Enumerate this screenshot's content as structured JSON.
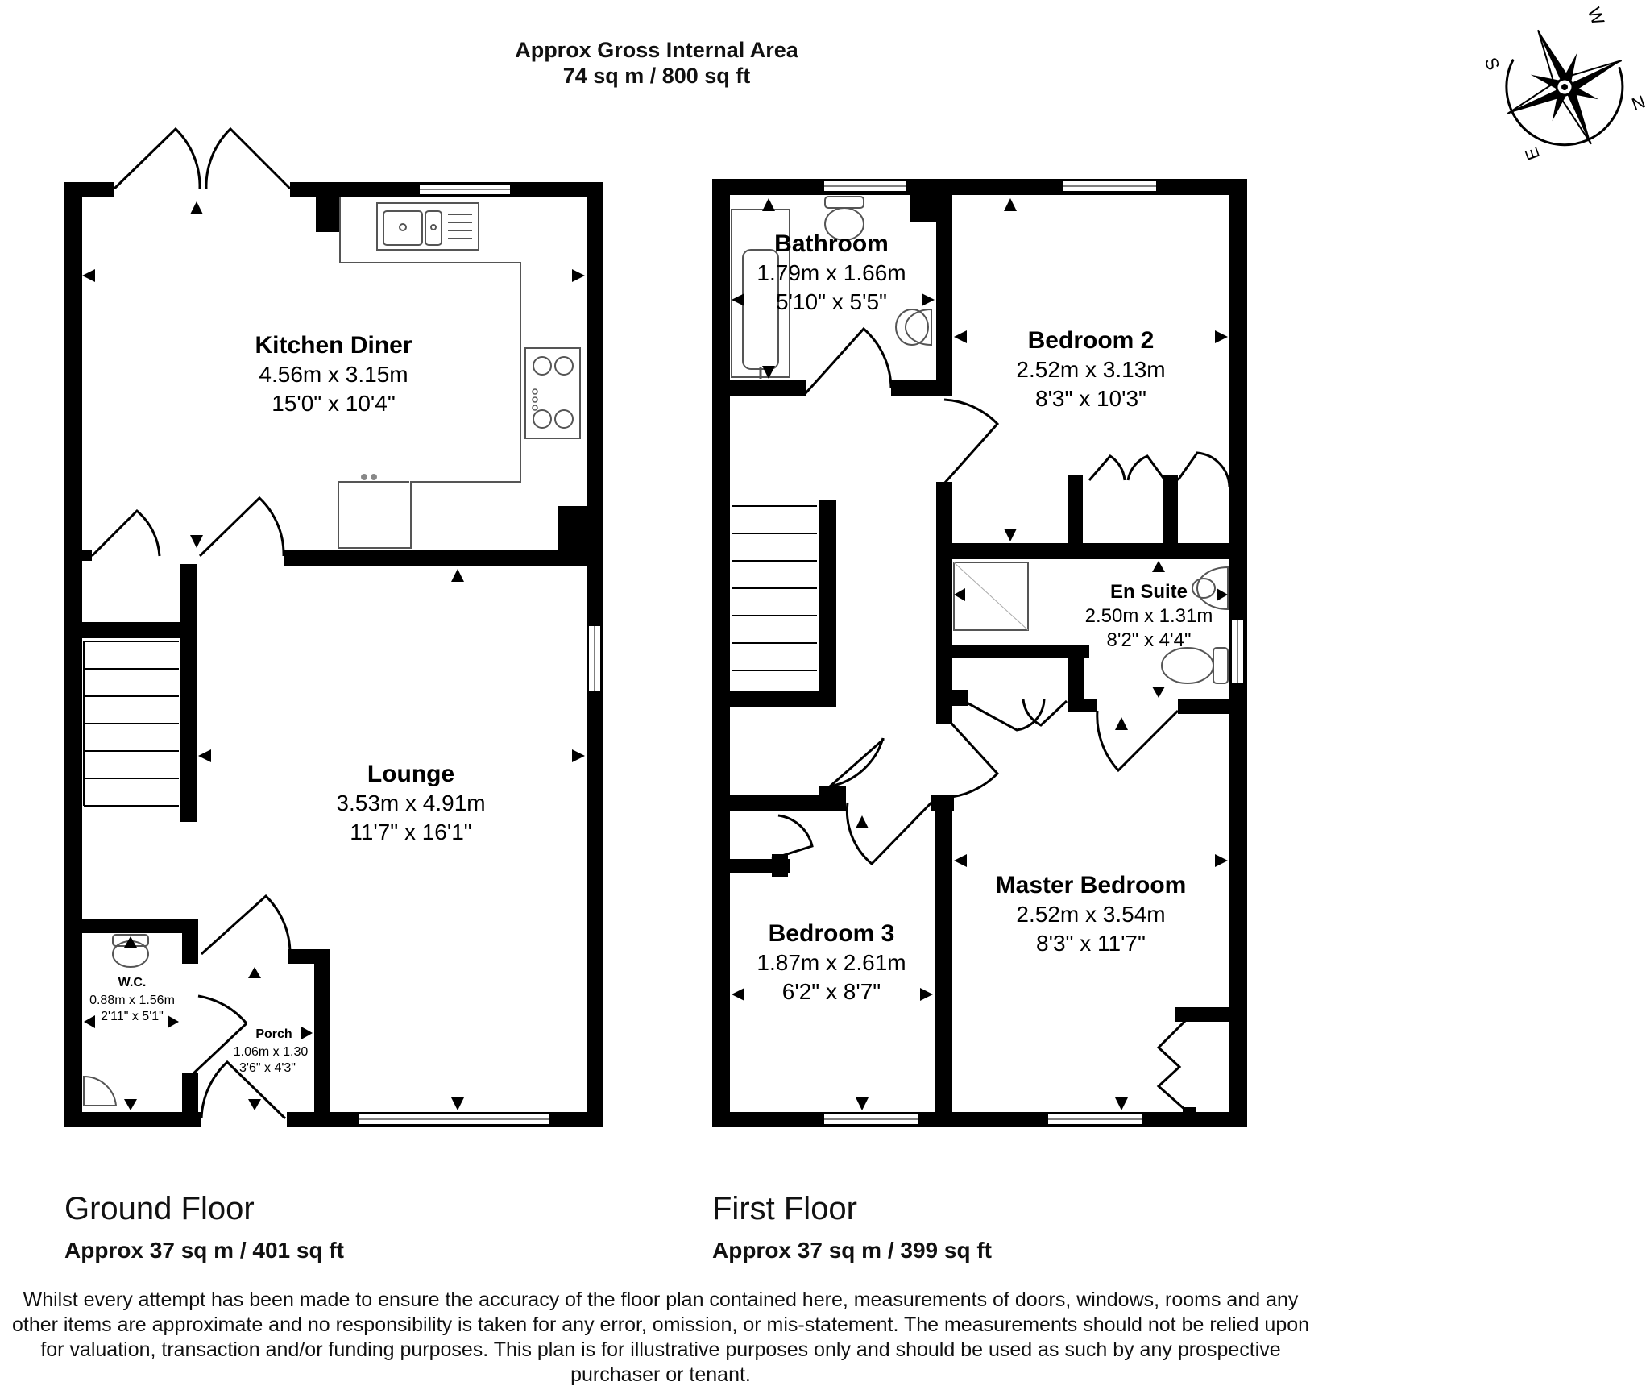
{
  "header": {
    "area_title": "Approx Gross Internal Area",
    "area_value": "74 sq m / 800 sq ft"
  },
  "compass": {
    "n": "N",
    "e": "E",
    "s": "S",
    "w": "W"
  },
  "ground_floor": {
    "title": "Ground Floor",
    "area": "Approx 37 sq m / 401 sq ft",
    "rooms": {
      "kitchen_diner": {
        "name": "Kitchen Diner",
        "metric": "4.56m x 3.15m",
        "imperial": "15'0\" x 10'4\""
      },
      "lounge": {
        "name": "Lounge",
        "metric": "3.53m x 4.91m",
        "imperial": "11'7\" x 16'1\""
      },
      "wc": {
        "name": "W.C.",
        "metric": "0.88m x 1.56m",
        "imperial": "2'11\" x 5'1\""
      },
      "porch": {
        "name": "Porch",
        "metric": "1.06m x 1.30",
        "imperial": "3'6\" x 4'3\""
      }
    }
  },
  "first_floor": {
    "title": "First Floor",
    "area": "Approx 37 sq m / 399 sq ft",
    "rooms": {
      "bathroom": {
        "name": "Bathroom",
        "metric": "1.79m x 1.66m",
        "imperial": "5'10\" x 5'5\""
      },
      "bedroom2": {
        "name": "Bedroom 2",
        "metric": "2.52m x 3.13m",
        "imperial": "8'3\" x 10'3\""
      },
      "en_suite": {
        "name": "En Suite",
        "metric": "2.50m x 1.31m",
        "imperial": "8'2\" x 4'4\""
      },
      "master_bedroom": {
        "name": "Master Bedroom",
        "metric": "2.52m x 3.54m",
        "imperial": "8'3\" x 11'7\""
      },
      "bedroom3": {
        "name": "Bedroom 3",
        "metric": "1.87m x 2.61m",
        "imperial": "6'2\" x 8'7\""
      }
    }
  },
  "disclaimer": "Whilst every attempt has been made to ensure the accuracy of the floor plan contained here, measurements of doors, windows, rooms and any other items are approximate and no responsibility is taken for any error, omission, or mis-statement. The measurements should not be relied upon for valuation, transaction and/or funding purposes. This plan is for illustrative purposes only and should be used as such by any prospective purchaser or tenant."
}
